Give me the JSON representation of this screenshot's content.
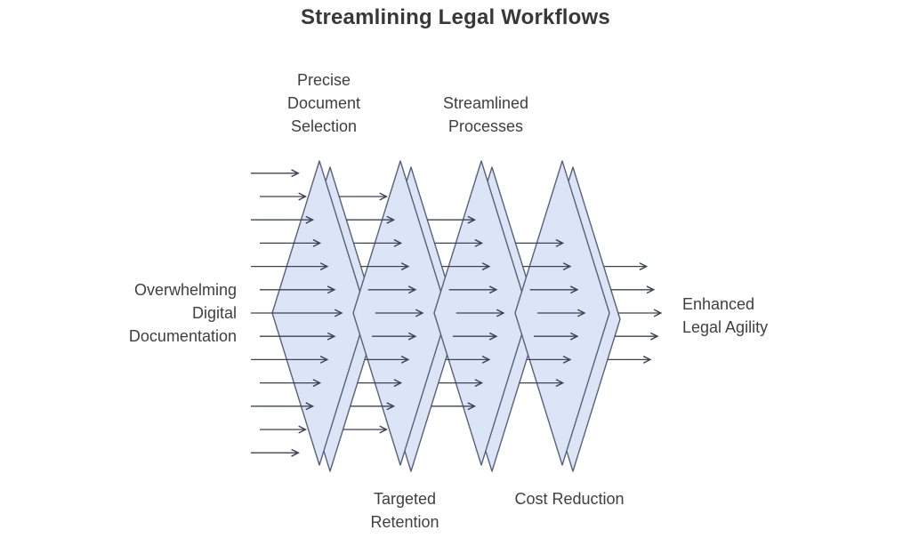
{
  "title": "Streamlining Legal Workflows",
  "input": {
    "label": "Overwhelming Digital Documentation",
    "lines": [
      "Overwhelming",
      "Digital",
      "Documentation"
    ]
  },
  "output": {
    "label": "Enhanced Legal Agility",
    "lines": [
      "Enhanced",
      "Legal Agility"
    ]
  },
  "filters": [
    {
      "label": "Precise Document Selection",
      "lines": [
        "Precise",
        "Document",
        "Selection"
      ],
      "label_position": "top"
    },
    {
      "label": "Targeted Retention",
      "lines": [
        "Targeted",
        "Retention"
      ],
      "label_position": "bottom"
    },
    {
      "label": "Streamlined Processes",
      "lines": [
        "Streamlined",
        "Processes"
      ],
      "label_position": "top"
    },
    {
      "label": "Cost Reduction",
      "lines": [
        "Cost Reduction"
      ],
      "label_position": "bottom"
    }
  ],
  "flow": {
    "stage_arrow_counts": [
      13,
      11,
      9,
      7,
      5
    ],
    "input_arrow_count": 13,
    "output_arrow_count": 5
  },
  "colors": {
    "background": "#ffffff",
    "diamond_fill": "#dce5f6",
    "diamond_stroke": "#59607a",
    "arrow": "#3e4254",
    "label_text": "#3f3f3f",
    "title_text": "#383838"
  }
}
